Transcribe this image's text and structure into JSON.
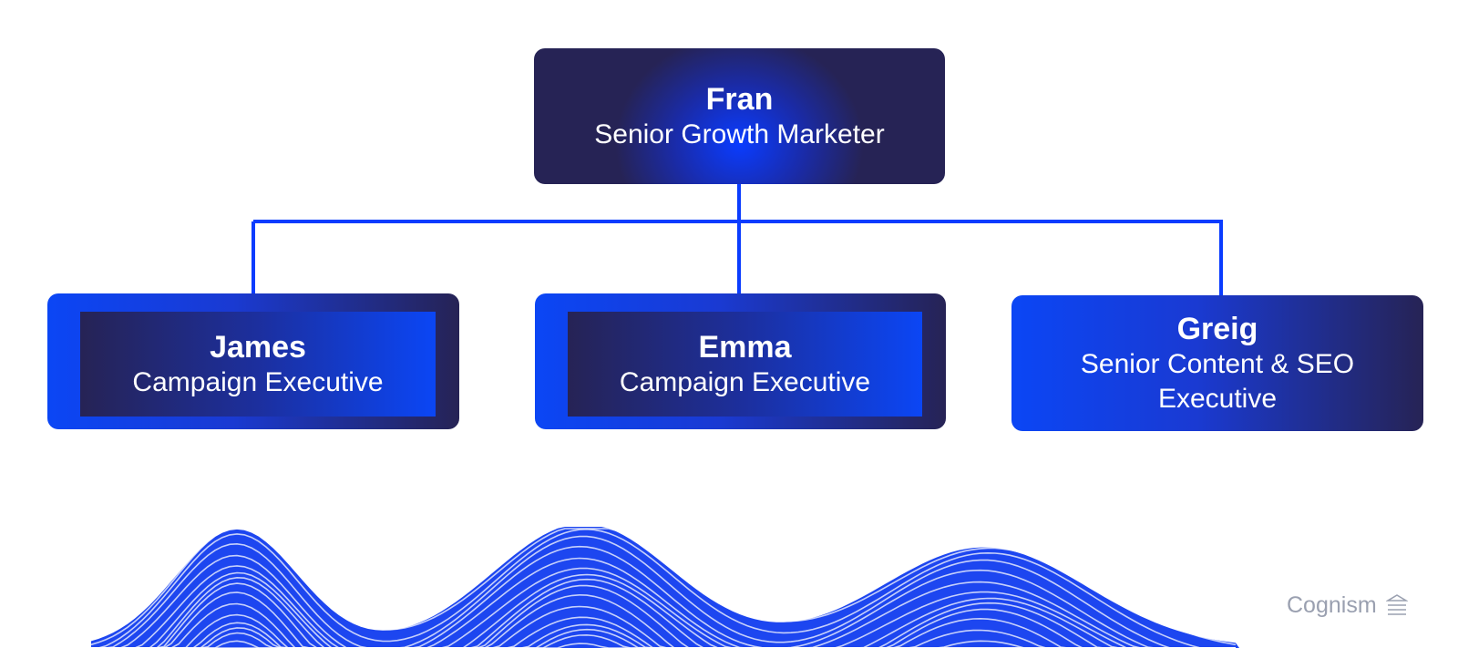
{
  "org_chart": {
    "root": {
      "name": "Fran",
      "role": "Senior Growth Marketer"
    },
    "children": [
      {
        "name": "James",
        "role": "Campaign Executive"
      },
      {
        "name": "Emma",
        "role": "Campaign Executive"
      },
      {
        "name": "Greig",
        "role_line1": "Senior Content & SEO",
        "role_line2": "Executive"
      }
    ]
  },
  "brand": {
    "name": "Cognism",
    "icon": "stacked-layers-icon"
  },
  "colors": {
    "connector": "#0a3cff",
    "box_dark": "#262355",
    "box_bright": "#0b46f5",
    "wave": "#1d46f0"
  }
}
